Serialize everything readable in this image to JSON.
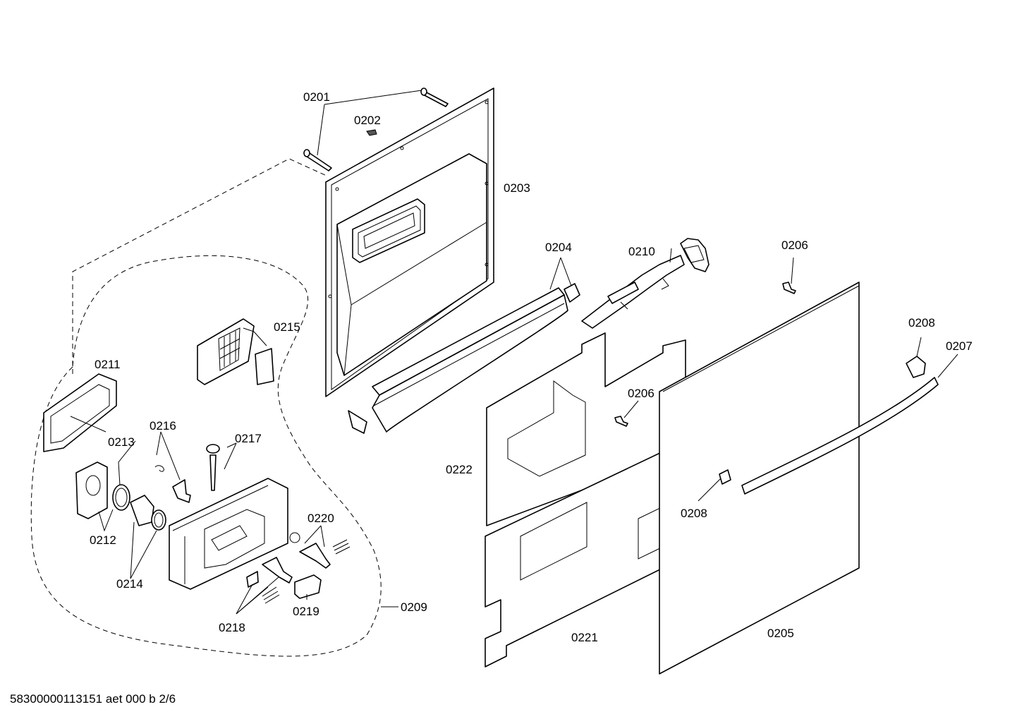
{
  "labels": {
    "p0201": "0201",
    "p0202": "0202",
    "p0203": "0203",
    "p0204": "0204",
    "p0205": "0205",
    "p0206a": "0206",
    "p0206b": "0206",
    "p0207": "0207",
    "p0208a": "0208",
    "p0208b": "0208",
    "p0209": "0209",
    "p0210": "0210",
    "p0211": "0211",
    "p0212": "0212",
    "p0213": "0213",
    "p0214": "0214",
    "p0215": "0215",
    "p0216": "0216",
    "p0217": "0217",
    "p0218": "0218",
    "p0219": "0219",
    "p0220": "0220",
    "p0221": "0221",
    "p0222": "0222"
  },
  "footer": "58300000113151 aet 000 b 2/6"
}
